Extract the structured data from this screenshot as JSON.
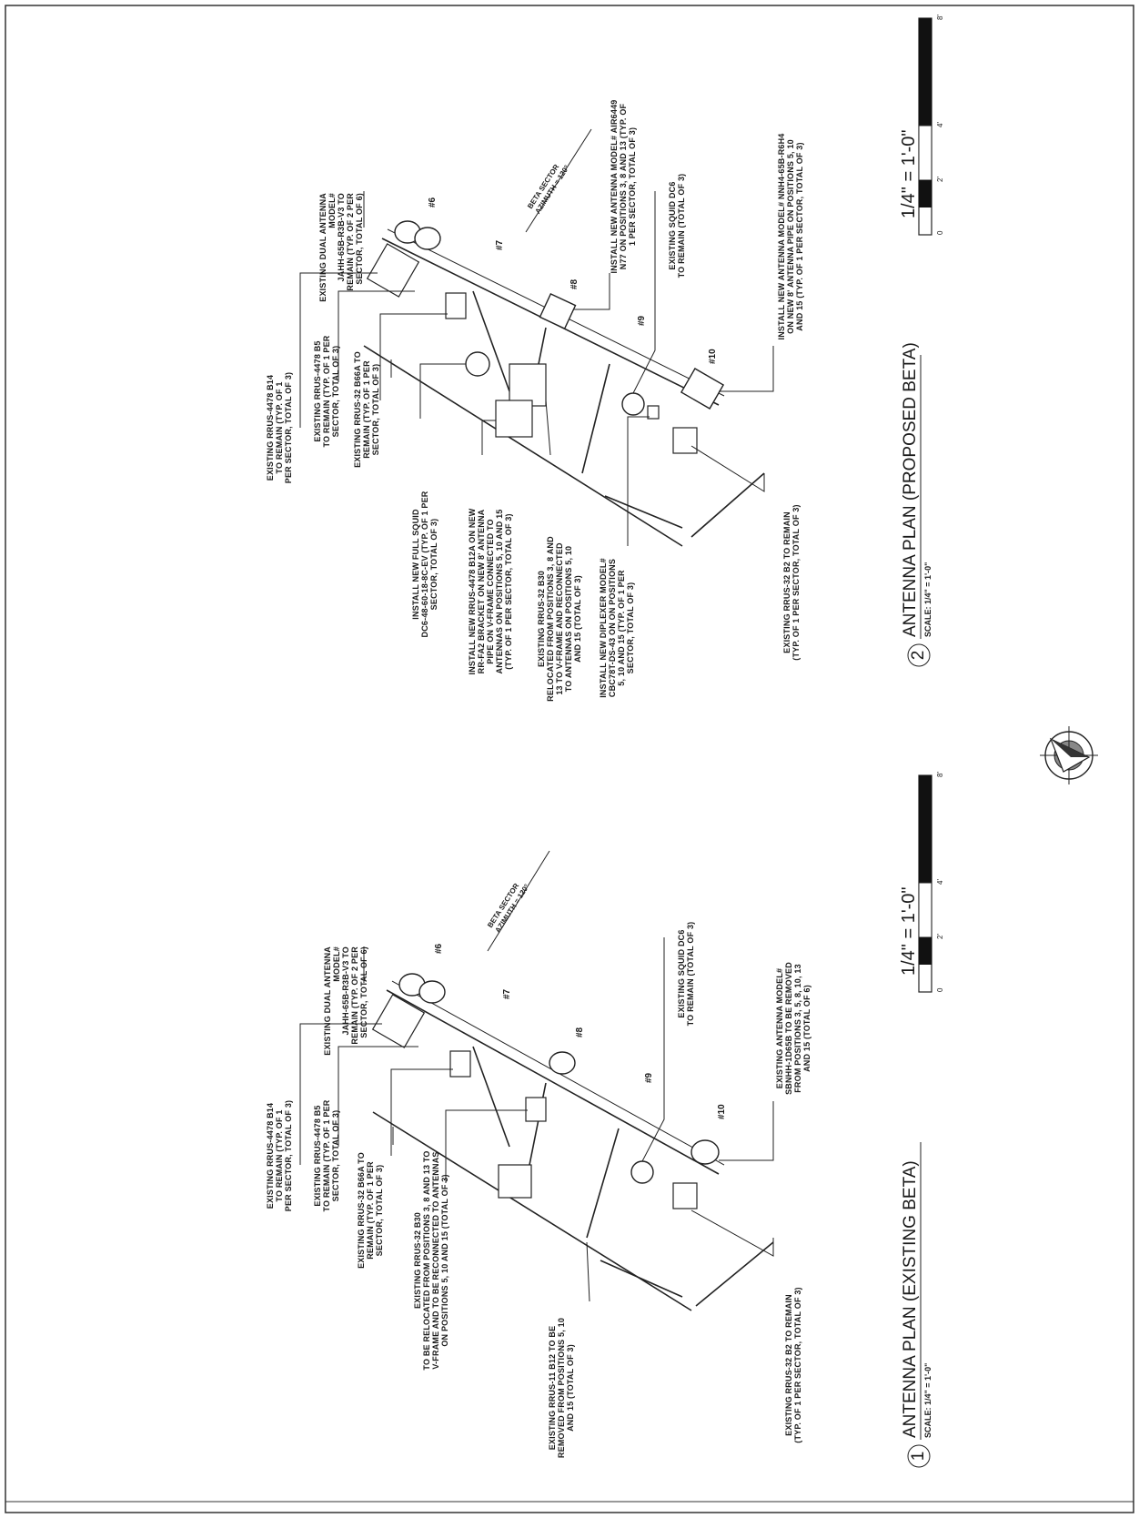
{
  "plans": [
    {
      "number": "1",
      "title": "ANTENNA PLAN (EXISTING BETA)",
      "scale_label": "SCALE: 1/4\" = 1'-0\"",
      "sector": "BETA SECTOR",
      "azimuth": "AZIMUTH = 120°",
      "positions": [
        "#6",
        "#7",
        "#8",
        "#9",
        "#10"
      ],
      "notes": [
        [
          "EXISTING DUAL ANTENNA",
          "MODEL#",
          "JAHH-65B-R3B-V3 TO",
          "REMAIN (TYP. OF 2 PER",
          "SECTOR, TOTAL OF 6)"
        ],
        [
          "EXISTING RRUS-4478 B14",
          "TO REMAIN (TYP. OF 1",
          "PER SECTOR, TOTAL OF 3)"
        ],
        [
          "EXISTING RRUS-4478 B5",
          "TO REMAIN (TYP. OF 1 PER",
          "SECTOR, TOTAL OF 3)"
        ],
        [
          "EXISTING RRUS-32 B66A TO",
          "REMAIN (TYP. OF 1 PER",
          "SECTOR, TOTAL OF 3)"
        ],
        [
          "EXISTING RRUS-32 B30",
          "TO BE RELOCATED FROM POSITIONS 3, 8 AND 13 TO",
          "V-FRAME AND TO BE RECONNECTED TO ANTENNAS",
          "ON POSITIONS 5, 10 AND 15 (TOTAL OF 3)"
        ],
        [
          "EXISTING RRUS-11 B12 TO BE",
          "REMOVED FROM POSITIONS 5, 10",
          "AND 15 (TOTAL OF 3)"
        ],
        [
          "EXISTING RRUS-32 B2 TO REMAIN",
          "(TYP. OF 1 PER SECTOR, TOTAL OF 3)"
        ],
        [
          "EXISTING SQUID DC6",
          "TO REMAIN (TOTAL OF 3)"
        ],
        [
          "EXISTING ANTENNA MODEL#",
          "SBNHH-1D65B TO BE REMOVED",
          "FROM POSITIONS 3, 5, 8, 10, 13",
          "AND 15 (TOTAL OF 6)"
        ]
      ]
    },
    {
      "number": "2",
      "title": "ANTENNA PLAN (PROPOSED BETA)",
      "scale_label": "SCALE: 1/4\" = 1'-0\"",
      "sector": "BETA SECTOR",
      "azimuth": "AZIMUTH = 120°",
      "positions": [
        "#6",
        "#7",
        "#8",
        "#9",
        "#10"
      ],
      "notes": [
        [
          "EXISTING DUAL ANTENNA",
          "MODEL#",
          "JAHH-65B-R3B-V3 TO",
          "REMAIN (TYP. OF 2 PER",
          "SECTOR, TOTAL OF 6)"
        ],
        [
          "EXISTING RRUS-4478 B14",
          "TO REMAIN (TYP. OF 1",
          "PER SECTOR, TOTAL OF 3)"
        ],
        [
          "EXISTING RRUS-4478 B5",
          "TO REMAIN (TYP. OF 1 PER",
          "SECTOR, TOTAL OF 3)"
        ],
        [
          "EXISTING RRUS-32 B66A TO",
          "REMAIN (TYP. OF 1 PER",
          "SECTOR, TOTAL OF 3)"
        ],
        [
          "INSTALL NEW FULL SQUID",
          "DC6-48-60-18-8C-EV (TYP. OF 1 PER",
          "SECTOR, TOTAL OF 3)"
        ],
        [
          "INSTALL NEW RRUS-4478 B12A ON NEW",
          "RR-FA2 BRACKET ON NEW 8' ANTENNA",
          "PIPE ON V-FRAME CONNECTED TO",
          "ANTENNAS ON POSITIONS 5, 10 AND 15",
          "(TYP. OF 1 PER SECTOR, TOTAL OF 3)"
        ],
        [
          "EXISTING RRUS-32 B30",
          "RELOCATED FROM POSITIONS 3, 8 AND",
          "13 TO V-FRAME AND RECONNECTED",
          "TO ANTENNAS ON POSITIONS 5, 10",
          "AND 15 (TOTAL OF 3)"
        ],
        [
          "INSTALL NEW DIPLEXER MODEL#",
          "CBC78T-DS-43 ON ON POSITIONS",
          "5, 10 AND 15 (TYP. OF 1 PER",
          "SECTOR, TOTAL OF 3)"
        ],
        [
          "EXISTING RRUS-32 B2 TO REMAIN",
          "(TYP. OF 1 PER SECTOR, TOTAL OF 3)"
        ],
        [
          "INSTALL NEW ANTENNA MODEL# AIR6449",
          "N77 ON POSITIONS 3, 8 AND 13 (TYP. OF",
          "1 PER SECTOR, TOTAL OF 3)"
        ],
        [
          "EXISTING SQUID DC6",
          "TO REMAIN (TOTAL OF 3)"
        ],
        [
          "INSTALL NEW ANTENNA MODEL# NNH4-65B-R6H4",
          "ON NEW 8' ANTENNA PIPE ON POSITIONS 5, 10",
          "AND 15 (TYP. OF 1 PER SECTOR, TOTAL OF 3)"
        ]
      ]
    }
  ],
  "scale_bar": {
    "ratio": "1/4\" = 1'-0\"",
    "ticks": [
      "0",
      "2'",
      "4'",
      "8'"
    ]
  }
}
